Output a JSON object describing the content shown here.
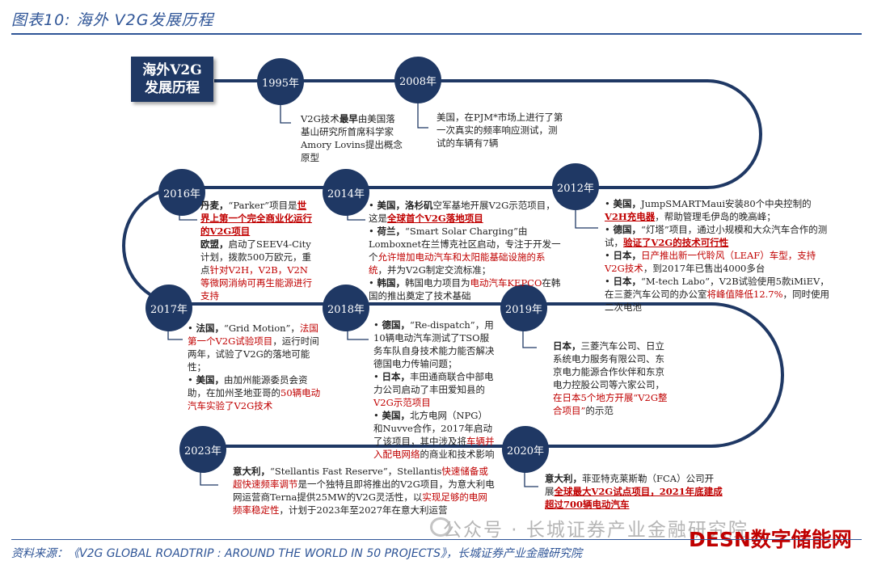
{
  "header": {
    "title": "图表10:  海外 V2G发展历程"
  },
  "title_box": {
    "line1": "海外V2G",
    "line2": "发展历程"
  },
  "milestones": [
    {
      "year": "1995年"
    },
    {
      "year": "2008年"
    },
    {
      "year": "2012年"
    },
    {
      "year": "2014年"
    },
    {
      "year": "2016年"
    },
    {
      "year": "2017年"
    },
    {
      "year": "2018年"
    },
    {
      "year": "2019年"
    },
    {
      "year": "2020年"
    },
    {
      "year": "2023年"
    }
  ],
  "notes": {
    "y1995": [
      "V2G技术",
      "最早",
      "由美国落基山研究所首席科学家Amory Lovins提出概念原型"
    ],
    "y2008": [
      "美国，在PJM*市场上进行了第一次真实的频率响应测试，测试的车辆有7辆"
    ],
    "y2012": {
      "us_a": "美国，",
      "us_b": "JumpSMARTMaui安装80个中央控制的",
      "us_c": "V2H充电器",
      "us_d": "，帮助管理毛伊岛的晚高峰；",
      "de_a": "德国，",
      "de_b": "“灯塔”项目，通过小规模和大众汽车合作的测试，",
      "de_c": "验证了V2G的技术可行性",
      "jp1_a": "日本，",
      "jp1_b": "日产推出新一代聆风（LEAF）车型，支持V2G技术",
      "jp1_c": "，到2017年已售出4000多台",
      "jp2_a": "日本，",
      "jp2_b": "“M-tech Labo”，V2B试验使用5款iMiEV，在三菱汽车公司的办公室",
      "jp2_c": "将峰值降低12.7%",
      "jp2_d": "，同时使用二次电池"
    },
    "y2014": {
      "us_a": "美国，洛杉矶",
      "us_b": "空军基地开展V2G示范项目，这是",
      "us_c": "全球首个V2G落地项目",
      "nl_a": "荷兰，",
      "nl_b": "“Smart Solar Charging”由Lomboxnet在兰博克社区启动，专注于开发一个",
      "nl_c": "允许增加电动汽车和太阳能基础设施的系统",
      "nl_d": "，并为V2G制定交流标准；",
      "kr_a": "韩国，",
      "kr_b": "韩国电力项目为",
      "kr_c": "电动汽车KEPCO",
      "kr_d": "在韩国的推出奠定了技术基础"
    },
    "y2016": {
      "dk_a": "丹麦，",
      "dk_b": "“Parker”项目是",
      "dk_c": "世界上第一个完全商业化运行的V2G项目",
      "eu_a": "欧盟，",
      "eu_b": "启动了SEEV4-City计划，拨款500万欧元，重点",
      "eu_c": "针对V2H，V2B，V2N等微网消纳可再生能源进行支持"
    },
    "y2017": {
      "fr_a": "法国，",
      "fr_b": "“Grid Motion”，",
      "fr_c": "法国第一个V2G试验项目",
      "fr_d": "，运行时间两年，试验了V2G的落地可能性；",
      "us_a": "美国，",
      "us_b": "由加州能源委员会资助，在加州圣地亚哥的",
      "us_c": "50辆电动汽车实验了V2G技术"
    },
    "y2018": {
      "de_a": "德国，",
      "de_b": "“Re-dispatch”，用10辆电动汽车测试了TSO服务车队自身技术能力能否解决德国电力传输问题；",
      "jp_a": "日本，",
      "jp_b": "丰田通商联合中部电力公司启动了丰田爱知县的",
      "jp_c": "V2G示范项目",
      "us_a": "美国，",
      "us_b": "北方电网（NPG）和Nuvve合作，2017年启动了该项目，其中涉及将",
      "us_c": "车辆并入配电网络",
      "us_d": "的商业和技术影响"
    },
    "y2019": {
      "a": "日本，",
      "b": "三菱汽车公司、日立系统电力服务有限公司、东京电力能源合作伙伴和东京电力控股公司等六家公司，",
      "c": "在日本5个地方开展“V2G整合项目”",
      "d": "的示范"
    },
    "y2020": {
      "a": "意大利，",
      "b": "菲亚特克莱斯勒（FCA）公司开展",
      "c": "全球最大V2G试点项目，2021年底建成超过700辆电动汽车"
    },
    "y2023": {
      "a": "意大利，",
      "b": "“Stellantis Fast Reserve”，Stellantis",
      "c": "快速储备或超快速频率调节",
      "d": "是一个独特且即将推出的V2G项目，为意大利电网运营商Terna提供25MW的V2G灵活性，以",
      "e": "实现足够的电网频率稳定性",
      "f": "，计划于2023年至2027年在意大利运营"
    }
  },
  "footer": {
    "source": "资料来源：《V2G GLOBAL ROADTRIP : AROUND THE WORLD IN 50 PROJECTS》，长城证券产业金融研究院"
  },
  "watermark": {
    "text": "公众号 · 长城证券产业金融研究院"
  },
  "brand": {
    "text": "DESN数字储能网"
  },
  "colors": {
    "navy": "#1f3864",
    "accent_red": "#c00000",
    "header_blue": "#2f5597"
  }
}
